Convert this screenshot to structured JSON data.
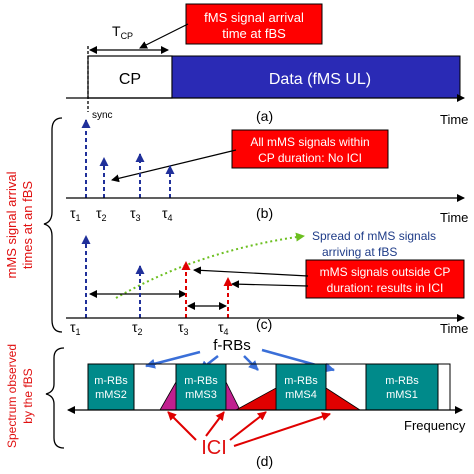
{
  "colors": {
    "red_box": "#ff0000",
    "cp_box": "#ffffff",
    "data_box": "#2a2ab5",
    "rb_teal": "#008a8a",
    "ici_pink": "#c0208f",
    "ici_red": "#e00000",
    "dashed_blue": "#20309a",
    "spread_green": "#6cbf20",
    "blue_text": "#1f3c88",
    "red_text": "#e01010",
    "axis": "#000000"
  },
  "panel_a": {
    "tcp_label": "T",
    "tcp_sub": "CP",
    "note": "fMS signal arrival time at fBS",
    "note_line1": "fMS signal arrival",
    "note_line2": "time at fBS",
    "cp_label": "CP",
    "data_label": "Data (fMS UL)",
    "sync_label": "sync",
    "time_label": "Time",
    "tag": "(a)"
  },
  "panel_b": {
    "note_line1": "All mMS signals within",
    "note_line2": "CP duration: No ICI",
    "tau_labels": [
      "τ",
      "τ",
      "τ",
      "τ"
    ],
    "tau_subs": [
      "1",
      "2",
      "3",
      "4"
    ],
    "time_label": "Time",
    "tag": "(b)"
  },
  "panel_c": {
    "spread_line1": "Spread of mMS signals",
    "spread_line2": "arriving at fBS",
    "note_line1": "mMS signals outside CP",
    "note_line2": "duration: results in ICI",
    "tau_labels": [
      "τ",
      "τ",
      "τ",
      "τ"
    ],
    "tau_subs": [
      "1",
      "2",
      "3",
      "4"
    ],
    "time_label": "Time",
    "tag": "(c)"
  },
  "panel_d": {
    "frbs_label": "f-RBs",
    "blocks": [
      {
        "line1": "m-RBs",
        "line2": "mMS2"
      },
      {
        "line1": "m-RBs",
        "line2": "mMS3"
      },
      {
        "line1": "m-RBs",
        "line2": "mMS4"
      },
      {
        "line1": "m-RBs",
        "line2": "mMS1"
      }
    ],
    "ici_label": "ICI",
    "freq_label": "Frequency",
    "tag": "(d)"
  },
  "side_labels": {
    "arrival_line1": "mMS signal arrival",
    "arrival_line2": "times at an fBS",
    "spectrum_line1": "Spectrum observed",
    "spectrum_line2": "by the fBS"
  }
}
